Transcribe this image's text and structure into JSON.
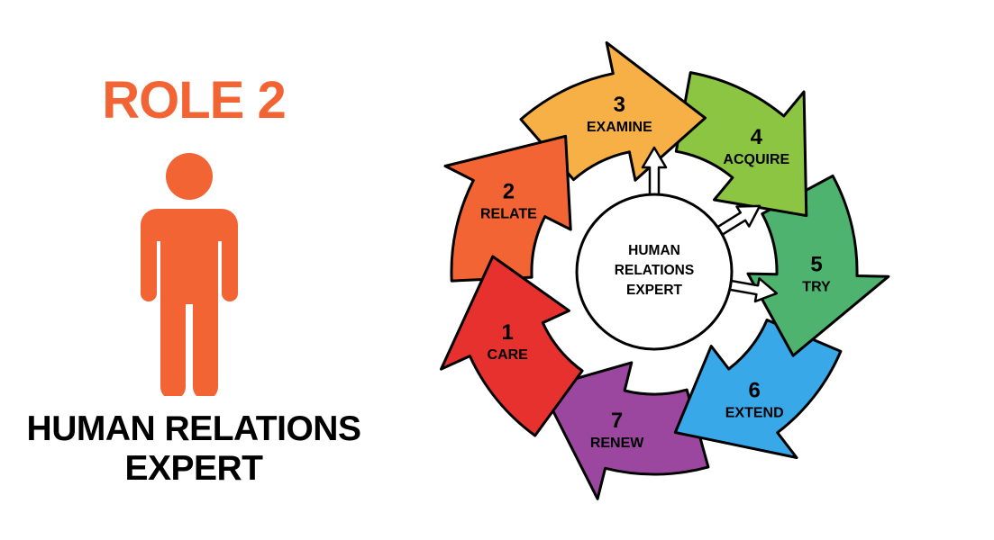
{
  "role": {
    "title": "ROLE 2",
    "caption_line1": "HUMAN RELATIONS",
    "caption_line2": "EXPERT",
    "accent_color": "#f26434",
    "icon": "person-icon"
  },
  "cycle": {
    "center": {
      "line1": "HUMAN",
      "line2": "RELATIONS",
      "line3": "EXPERT"
    },
    "segments": [
      {
        "number": "1",
        "label": "CARE",
        "color": "#e6312f"
      },
      {
        "number": "2",
        "label": "RELATE",
        "color": "#f26434"
      },
      {
        "number": "3",
        "label": "EXAMINE",
        "color": "#f6b045"
      },
      {
        "number": "4",
        "label": "ACQUIRE",
        "color": "#8cc541"
      },
      {
        "number": "5",
        "label": "TRY",
        "color": "#4db36f"
      },
      {
        "number": "6",
        "label": "EXTEND",
        "color": "#38a8e8"
      },
      {
        "number": "7",
        "label": "RENEW",
        "color": "#9b479f"
      }
    ],
    "center_arrows": [
      "arrow-to-care",
      "arrow-to-relate",
      "arrow-to-examine"
    ]
  }
}
